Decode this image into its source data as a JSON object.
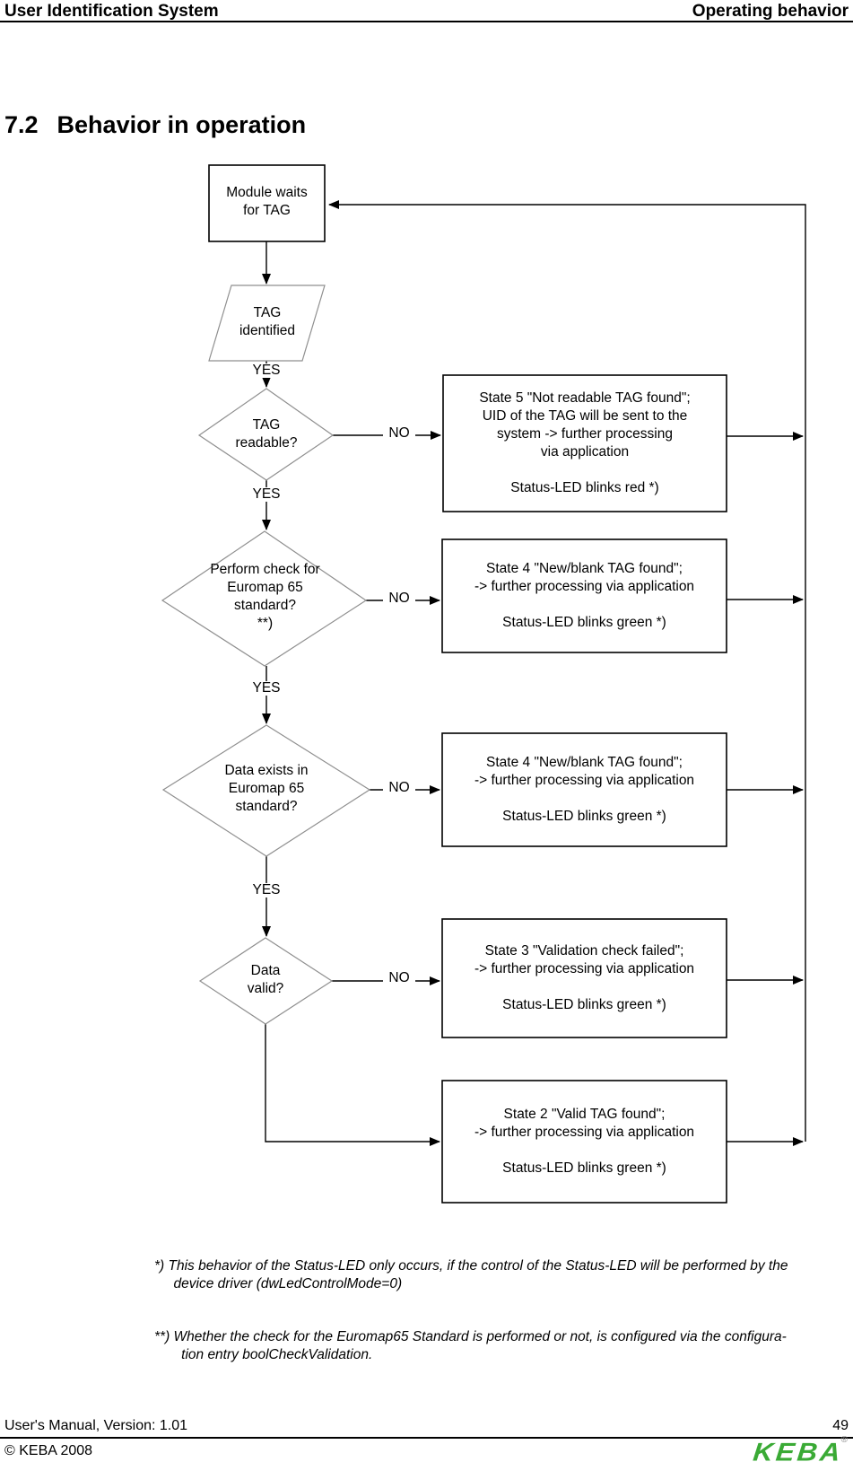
{
  "header": {
    "left": "User Identification System",
    "right": "Operating behavior"
  },
  "section": {
    "number": "7.2",
    "title": "Behavior in operation"
  },
  "flowchart": {
    "start": "Module waits\nfor TAG",
    "io": "TAG\nidentified",
    "yes_label": "YES",
    "no_label": "NO",
    "decisions": [
      {
        "text": "TAG\nreadable?"
      },
      {
        "text": "Perform check for\nEuromap 65\nstandard?\n**)"
      },
      {
        "text": "Data exists in\nEuromap 65\nstandard?"
      },
      {
        "text": "Data\nvalid?"
      }
    ],
    "states": [
      {
        "text": "State 5 \"Not readable TAG found\";\nUID of the TAG will be sent to the\nsystem -> further processing\nvia application\n\nStatus-LED blinks red *)"
      },
      {
        "text": "State 4 \"New/blank TAG found\";\n-> further processing via application\n\nStatus-LED blinks green *)"
      },
      {
        "text": "State 4 \"New/blank TAG found\";\n-> further processing via application\n\nStatus-LED blinks green *)"
      },
      {
        "text": "State 3 \"Validation check failed\";\n-> further processing via application\n\nStatus-LED blinks green *)"
      },
      {
        "text": "State 2 \"Valid TAG found\";\n-> further processing via application\n\nStatus-LED blinks green *)"
      }
    ]
  },
  "footnotes": [
    "*) This behavior of the Status-LED only occurs, if the control of the Status-LED will be performed by the\n     device driver (dwLedControlMode=0)",
    "**) Whether the check for the Euromap65 Standard is performed or not, is configured via the configura-\n       tion entry boolCheckValidation."
  ],
  "footer": {
    "left": "User's Manual, Version: 1.01",
    "page_number": "49",
    "copyright": "© KEBA 2008",
    "logo_text": "KEBA",
    "logo_registered": "®",
    "logo_color": "#3AAA35"
  }
}
